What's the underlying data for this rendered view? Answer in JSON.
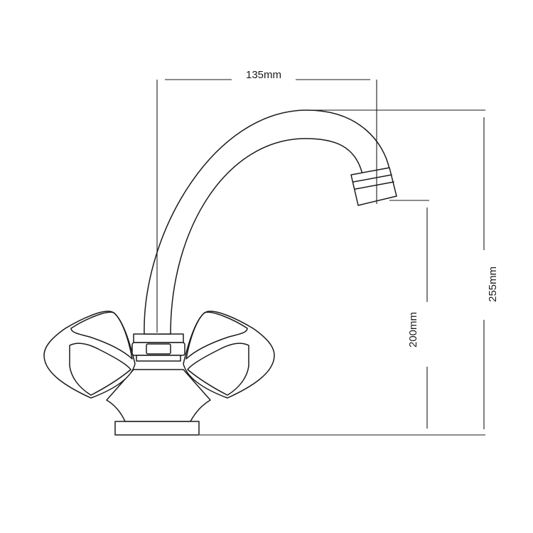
{
  "dimensions": {
    "width_label": "135mm",
    "outlet_height_label": "200mm",
    "total_height_label": "255mm"
  },
  "colors": {
    "line": "#1a1a1a",
    "background": "#ffffff"
  }
}
